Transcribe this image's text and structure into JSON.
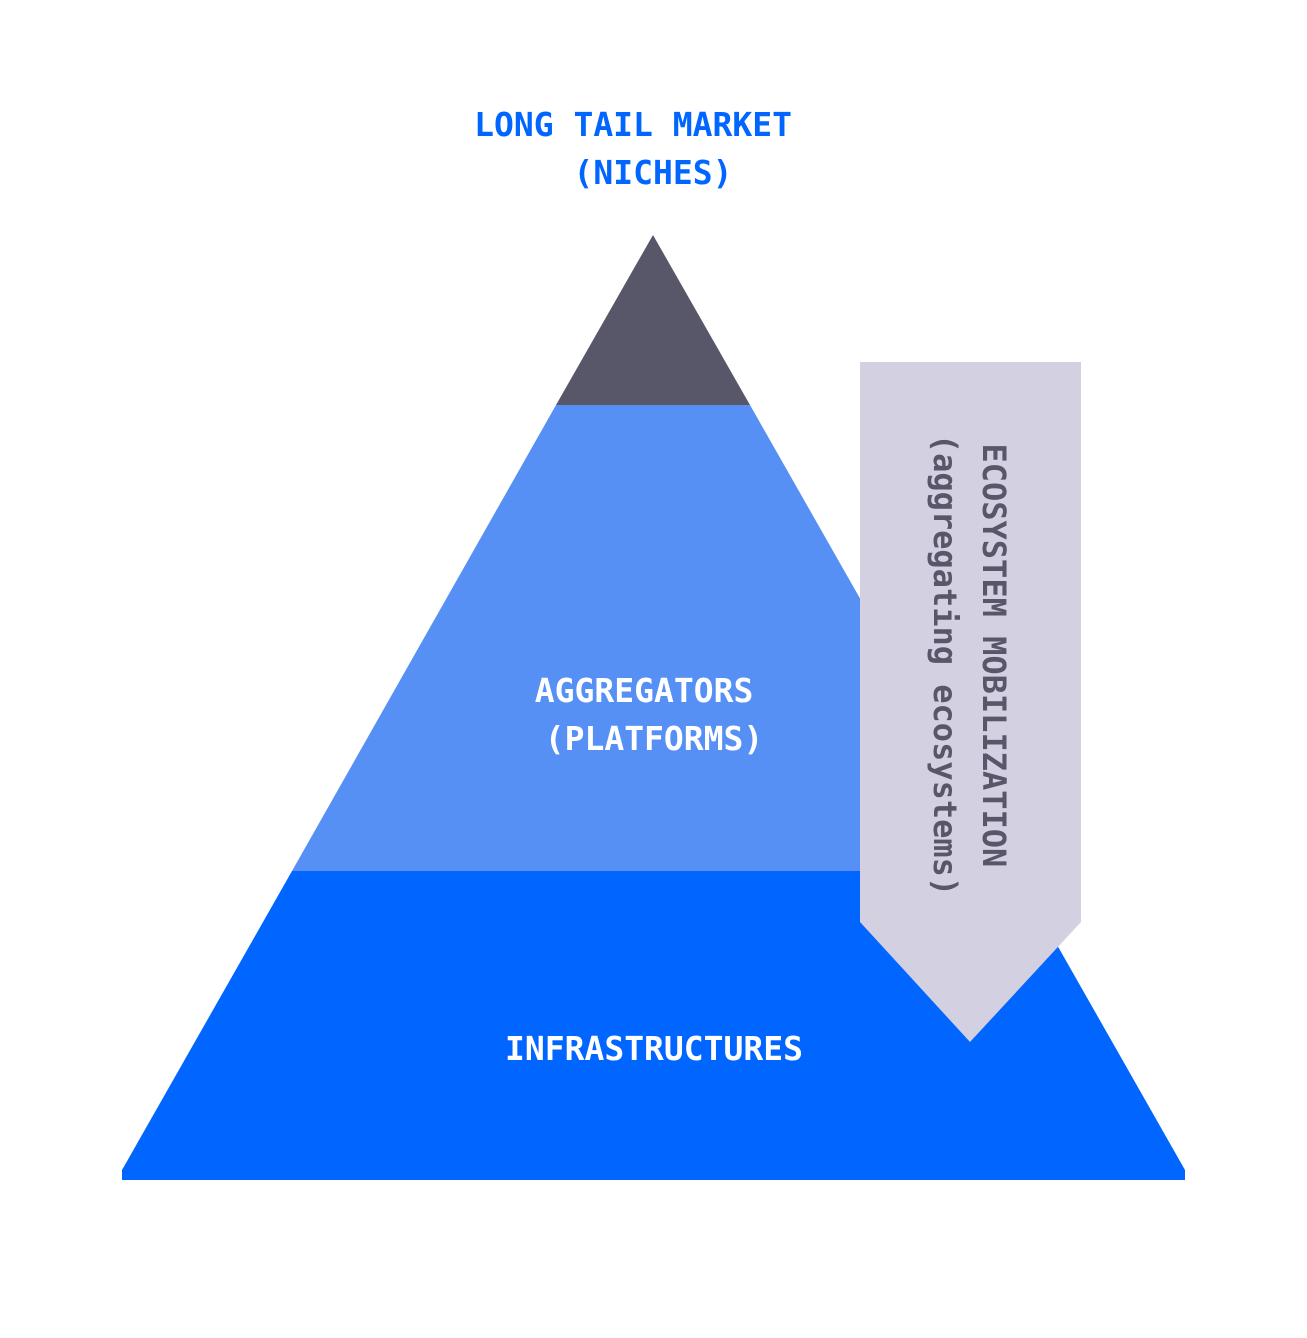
{
  "colors": {
    "background": "#ffffff",
    "top_tier": "#585669",
    "middle_tier": "#5690f5",
    "bottom_tier": "#0066ff",
    "arrow_fill": "#d2d0e1",
    "top_label": "#0066ff",
    "tier_label": "#ffffff",
    "arrow_label": "#585669"
  },
  "top_label": {
    "line1": "LONG TAIL MARKET",
    "line2": "(NICHES)"
  },
  "tiers": {
    "middle": {
      "line1": "AGGREGATORS",
      "line2": "(PLATFORMS)"
    },
    "bottom": {
      "line1": "INFRASTRUCTURES"
    }
  },
  "arrow": {
    "line1": "ECOSYSTEM MOBILIZATION",
    "line2": "(aggregating ecosystems)"
  }
}
